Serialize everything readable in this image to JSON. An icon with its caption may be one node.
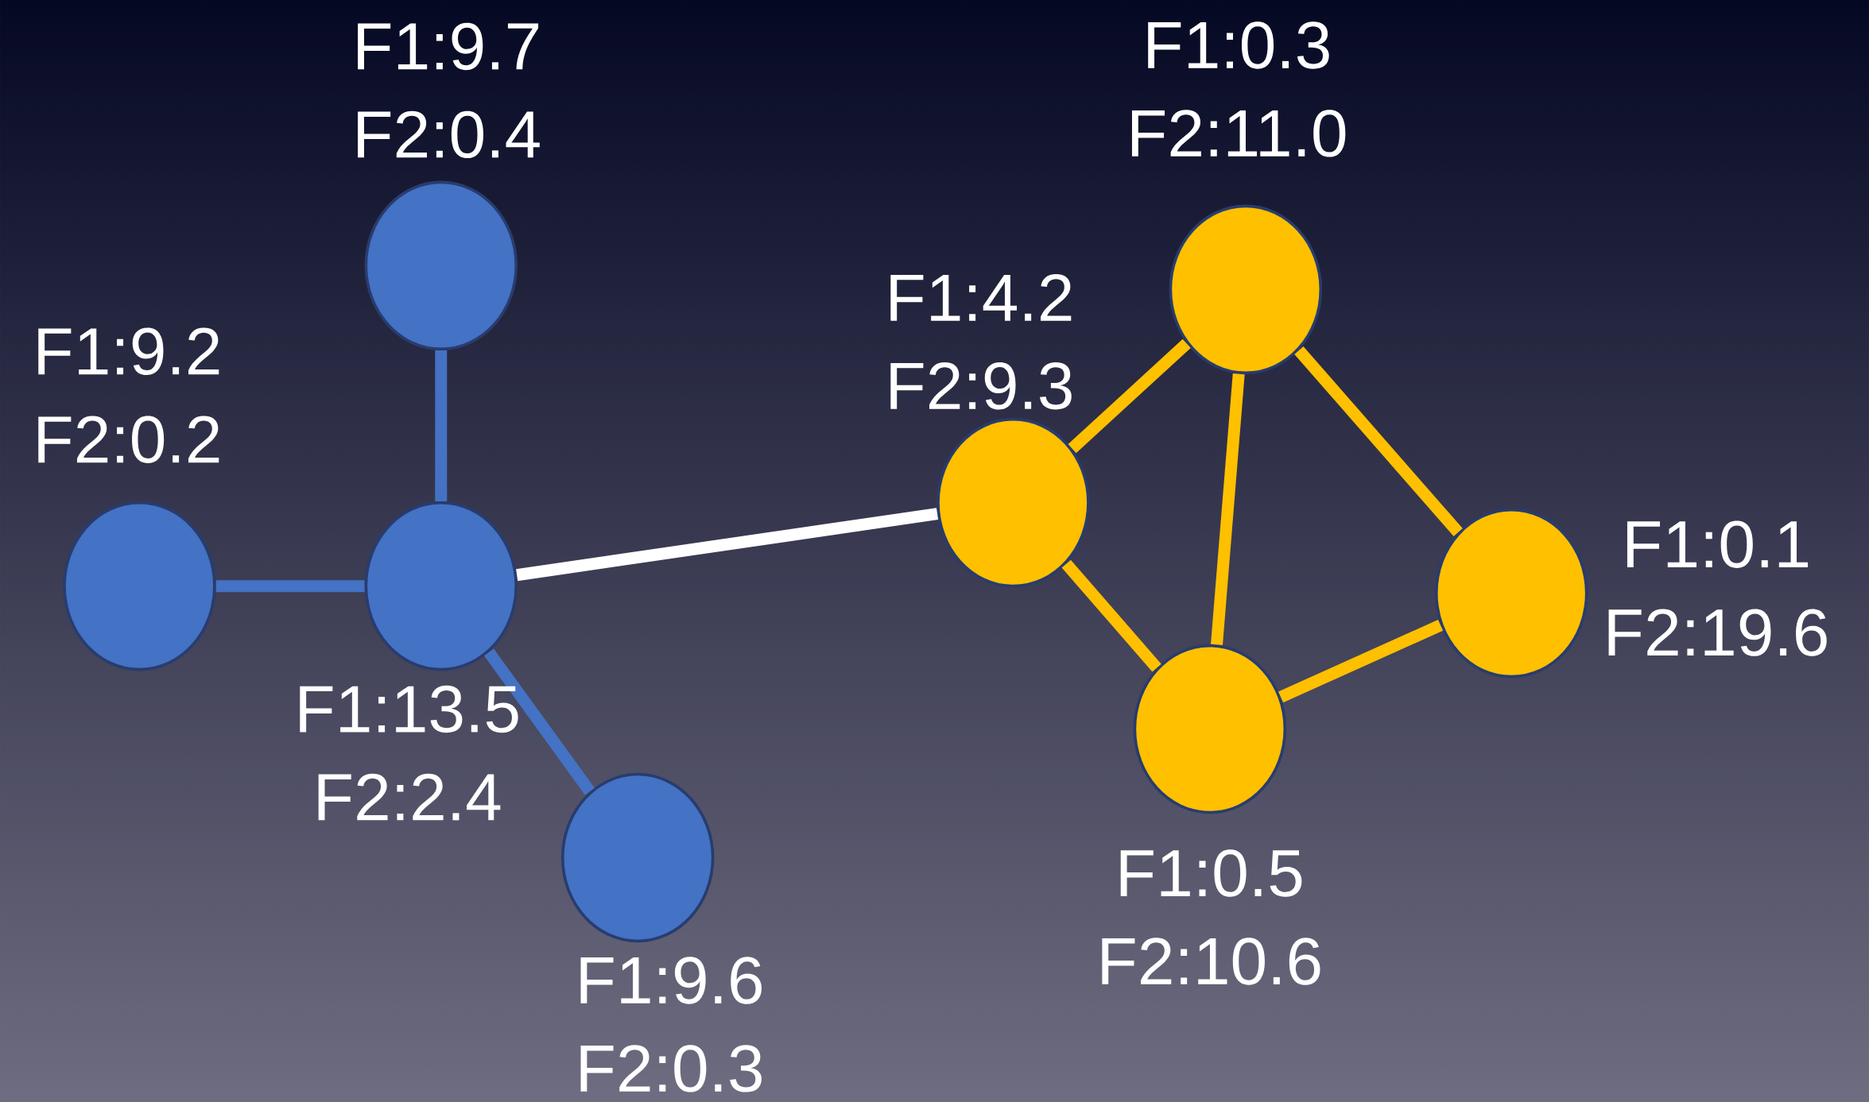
{
  "diagram": {
    "nodes": [
      {
        "text": [],
        "shape": "circle",
        "beside": [
          "F1:9.7",
          "F2:0.4"
        ]
      },
      {
        "text": [],
        "shape": "circle",
        "beside": [
          "F1:9.2",
          "F2:0.2"
        ]
      },
      {
        "text": [],
        "shape": "circle",
        "beside": [
          "F1:13.5",
          "F2:2.4"
        ]
      },
      {
        "text": [],
        "shape": "circle",
        "beside": [
          "F1:9.6",
          "F2:0.3"
        ]
      },
      {
        "text": [],
        "shape": "circle",
        "beside": [
          "F1:4.2",
          "F2:9.3"
        ]
      },
      {
        "text": [],
        "shape": "circle",
        "beside": [
          "F1:0.3",
          "F2:11.0"
        ]
      },
      {
        "text": [],
        "shape": "circle",
        "beside": [
          "F1:0.5",
          "F2:10.6"
        ]
      },
      {
        "text": [],
        "shape": "circle",
        "beside": [
          "F1:0.1",
          "F2:19.6"
        ]
      }
    ],
    "edges": [
      {
        "from": 0,
        "to": 2,
        "arrow": "none",
        "color": "#4472c4"
      },
      {
        "from": 1,
        "to": 2,
        "arrow": "none",
        "color": "#4472c4"
      },
      {
        "from": 2,
        "to": 3,
        "arrow": "none",
        "color": "#4472c4"
      },
      {
        "from": 2,
        "to": 4,
        "arrow": "none",
        "color": "#ffffff"
      },
      {
        "from": 4,
        "to": 5,
        "arrow": "none"
      },
      {
        "from": 4,
        "to": 6,
        "arrow": "none"
      },
      {
        "from": 5,
        "to": 6,
        "arrow": "none"
      },
      {
        "from": 5,
        "to": 7,
        "arrow": "none"
      },
      {
        "from": 6,
        "to": 7,
        "arrow": "none"
      }
    ]
  }
}
